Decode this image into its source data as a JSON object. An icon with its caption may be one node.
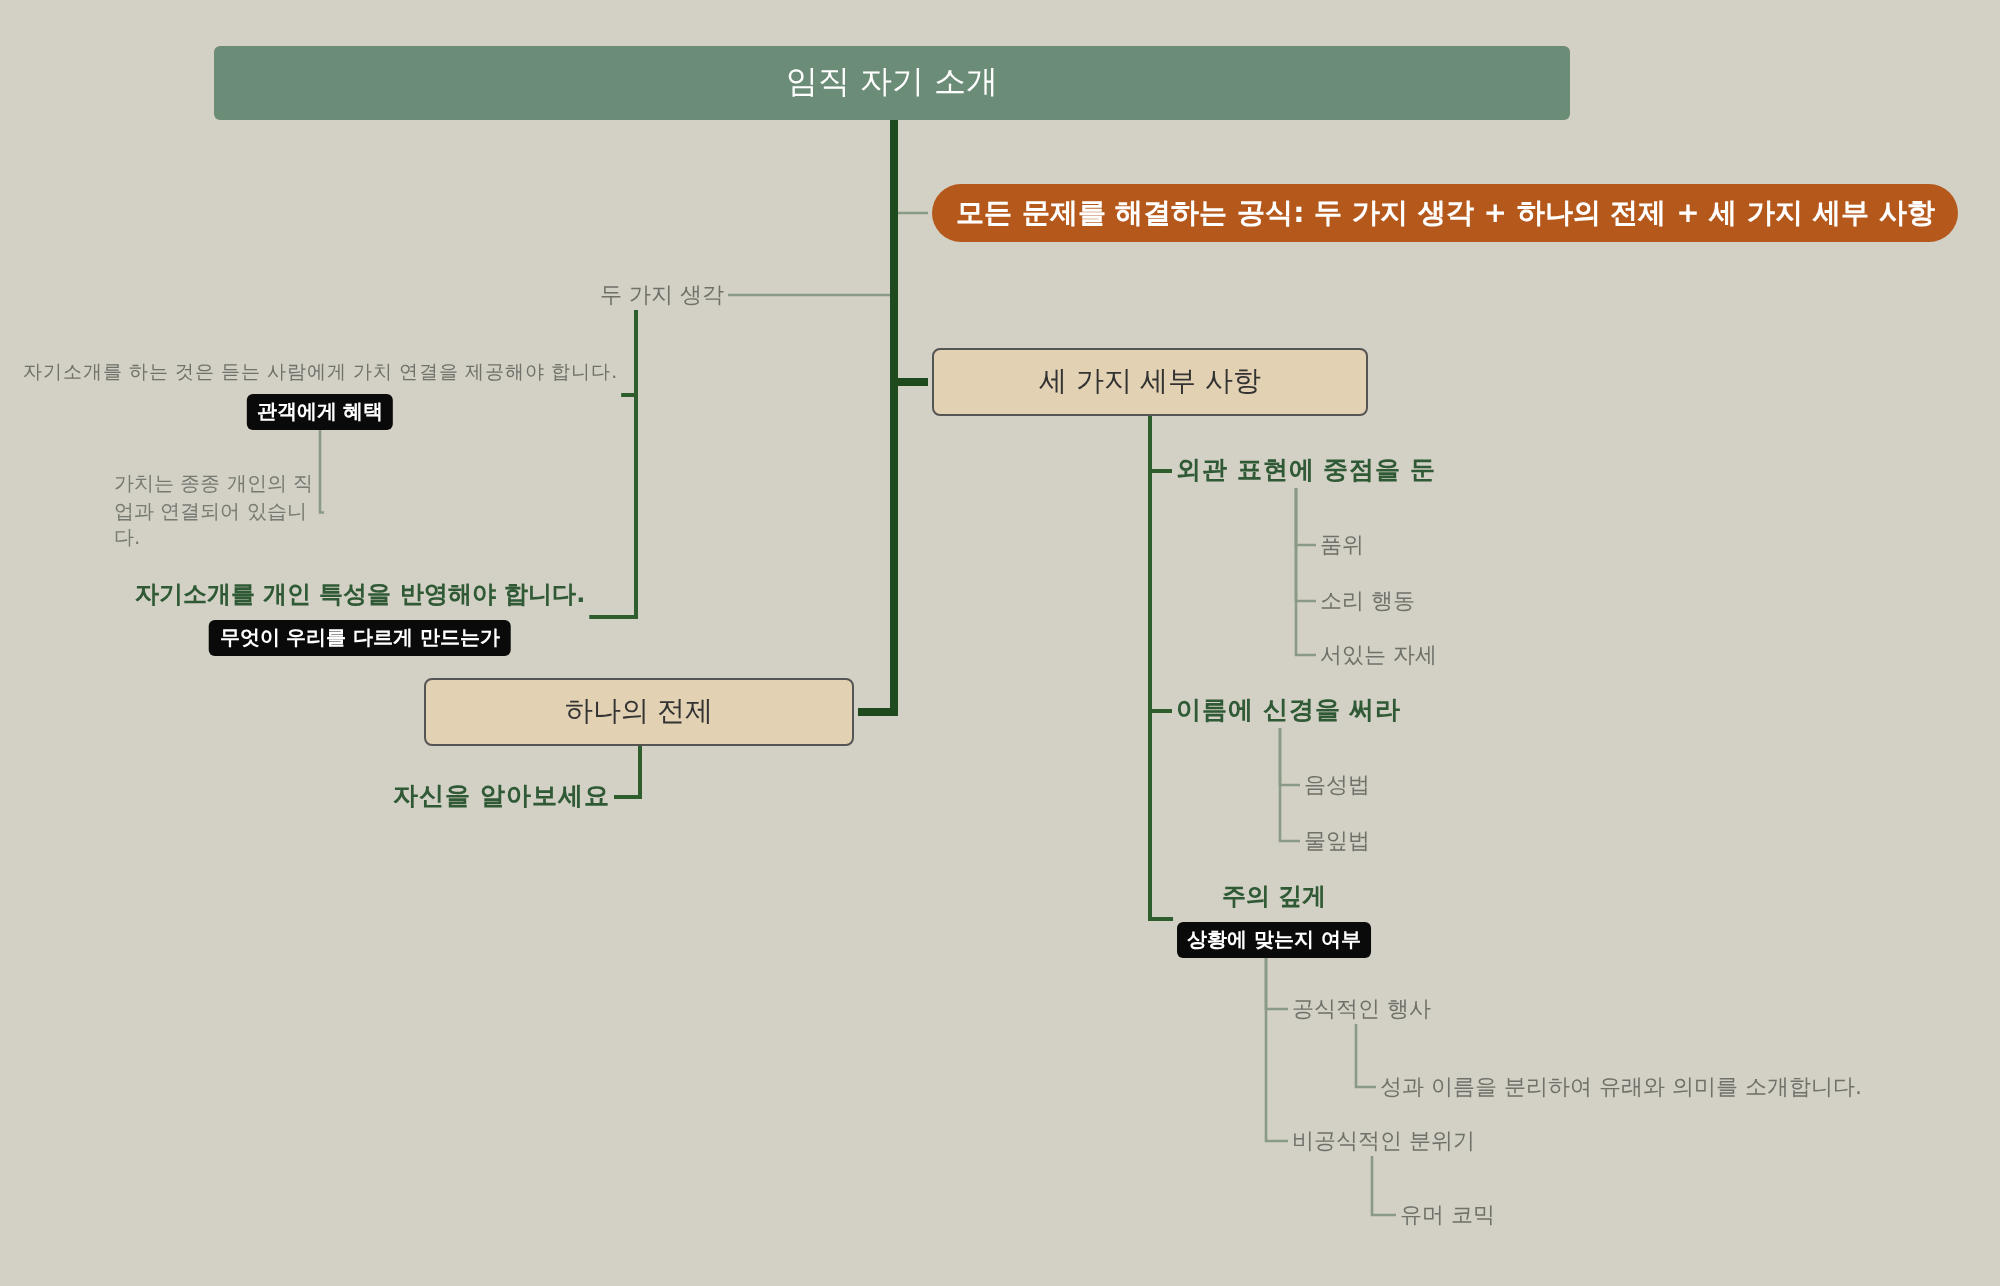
{
  "diagram": {
    "nodes": [
      {
        "text": [
          "임직 자기 소개"
        ]
      },
      {
        "text": [
          "모든 문제를 해결하는 공식: 두 가지 생각 + 하나의 전제 + 세 가지 세부 사항"
        ]
      },
      {
        "text": [
          "두 가지 생각"
        ]
      },
      {
        "text": [
          "세 가지 세부 사항"
        ]
      },
      {
        "text": [
          "자기소개를 하는 것은 듣는 사람에게 가치 연결을 제공해야 합니다.",
          "관객에게 혜택"
        ]
      },
      {
        "text": [
          "가치는 종종 개인의 직업과 연결되어 있습니다."
        ]
      },
      {
        "text": [
          "자기소개를 개인 특성을 반영해야 합니다.",
          "무엇이 우리를 다르게 만드는가"
        ]
      },
      {
        "text": [
          "하나의 전제"
        ]
      },
      {
        "text": [
          "자신을 알아보세요"
        ]
      },
      {
        "text": [
          "외관 표현에 중점을 둔"
        ]
      },
      {
        "text": [
          "품위"
        ]
      },
      {
        "text": [
          "소리 행동"
        ]
      },
      {
        "text": [
          "서있는 자세"
        ]
      },
      {
        "text": [
          "이름에 신경을 써라"
        ]
      },
      {
        "text": [
          "음성법"
        ]
      },
      {
        "text": [
          "물잎법"
        ]
      },
      {
        "text": [
          "주의 깊게",
          "상황에 맞는지 여부"
        ]
      },
      {
        "text": [
          "공식적인 행사"
        ]
      },
      {
        "text": [
          "성과 이름을 분리하여 유래와 의미를 소개합니다."
        ]
      },
      {
        "text": [
          "비공식적인 분위기"
        ]
      },
      {
        "text": [
          "유머 코믹"
        ]
      }
    ],
    "edges": [
      {
        "from": 0,
        "to": 1,
        "arrow": "none"
      },
      {
        "from": 0,
        "to": 2,
        "arrow": "none"
      },
      {
        "from": 0,
        "to": 3,
        "arrow": "none",
        "style": "thick",
        "color": "#1e4a1e"
      },
      {
        "from": 0,
        "to": 7,
        "arrow": "none",
        "style": "thick",
        "color": "#1e4a1e"
      },
      {
        "from": 2,
        "to": 4,
        "arrow": "none",
        "color": "#2e5e2e"
      },
      {
        "from": 2,
        "to": 6,
        "arrow": "none",
        "color": "#2e5e2e"
      },
      {
        "from": 4,
        "to": 5,
        "arrow": "none"
      },
      {
        "from": 7,
        "to": 8,
        "arrow": "none",
        "color": "#2e5e2e"
      },
      {
        "from": 3,
        "to": 9,
        "arrow": "none",
        "color": "#2e5e2e"
      },
      {
        "from": 3,
        "to": 13,
        "arrow": "none",
        "color": "#2e5e2e"
      },
      {
        "from": 3,
        "to": 16,
        "arrow": "none",
        "color": "#2e5e2e"
      },
      {
        "from": 9,
        "to": 10,
        "arrow": "none"
      },
      {
        "from": 9,
        "to": 11,
        "arrow": "none"
      },
      {
        "from": 9,
        "to": 12,
        "arrow": "none"
      },
      {
        "from": 13,
        "to": 14,
        "arrow": "none"
      },
      {
        "from": 13,
        "to": 15,
        "arrow": "none"
      },
      {
        "from": 16,
        "to": 17,
        "arrow": "none"
      },
      {
        "from": 16,
        "to": 19,
        "arrow": "none"
      },
      {
        "from": 17,
        "to": 18,
        "arrow": "none"
      },
      {
        "from": 19,
        "to": 20,
        "arrow": "none"
      }
    ]
  }
}
